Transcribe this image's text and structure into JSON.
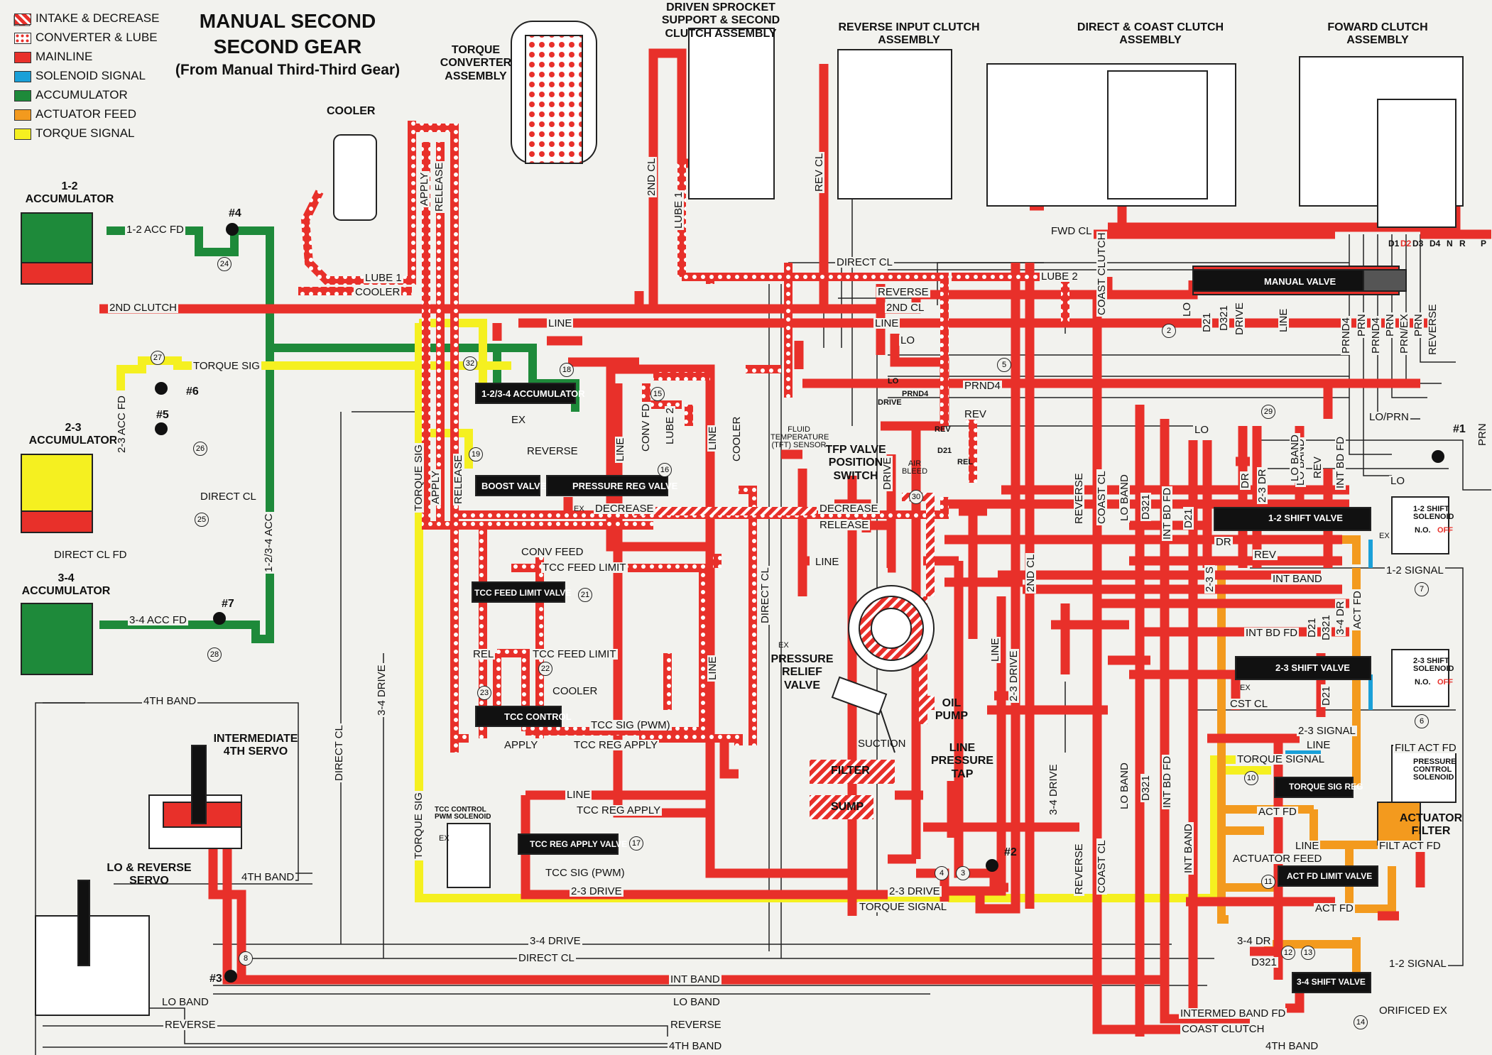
{
  "colors": {
    "intake_decrease": "#e8302a",
    "converter_lube": "#e8302a",
    "mainline": "#e8302a",
    "solenoid_signal": "#1aa0d8",
    "accumulator": "#1e8a3a",
    "actuator_feed": "#f39a1e",
    "torque_signal": "#f5f020",
    "exhaust": "#f2f2ee"
  },
  "legend": [
    {
      "label": "INTAKE & DECREASE",
      "pattern": "hatched",
      "color": "#e8302a"
    },
    {
      "label": "CONVERTER & LUBE",
      "pattern": "dotted",
      "color": "#e8302a"
    },
    {
      "label": "MAINLINE",
      "pattern": "solid",
      "color": "#e8302a"
    },
    {
      "label": "SOLENOID SIGNAL",
      "pattern": "solid",
      "color": "#1aa0d8"
    },
    {
      "label": "ACCUMULATOR",
      "pattern": "solid",
      "color": "#1e8a3a"
    },
    {
      "label": "ACTUATOR FEED",
      "pattern": "solid",
      "color": "#f39a1e"
    },
    {
      "label": "TORQUE SIGNAL",
      "pattern": "solid",
      "color": "#f5f020"
    }
  ],
  "title": {
    "line1": "MANUAL SECOND",
    "line2": "SECOND GEAR",
    "line3": "(From Manual Third-Third Gear)"
  },
  "headers": {
    "torque_converter": "TORQUE CONVERTER ASSEMBLY",
    "driven_sprocket": "DRIVEN SPROCKET SUPPORT & SECOND CLUTCH ASSEMBLY",
    "reverse_input": "REVERSE INPUT CLUTCH ASSEMBLY",
    "direct_coast": "DIRECT & COAST CLUTCH ASSEMBLY",
    "forward_clutch": "FOWARD CLUTCH ASSEMBLY",
    "cooler": "COOLER",
    "acc_12": "1-2 ACCUMULATOR",
    "acc_23": "2-3 ACCUMULATOR",
    "acc_34": "3-4 ACCUMULATOR",
    "intermediate_servo": "INTERMEDIATE 4TH SERVO",
    "lo_reverse_servo": "LO & REVERSE SERVO",
    "tfp_switch": "TFP VALVE POSITION SWITCH",
    "tft_sensor": "FLUID TEMPERATURE (TFT) SENSOR",
    "pressure_relief": "PRESSURE RELIEF VALVE",
    "oil_pump": "OIL PUMP",
    "line_pressure_tap": "LINE PRESSURE TAP",
    "filter": "FILTER",
    "sump": "SUMP",
    "suction": "SUCTION",
    "air_bleed": "AIR BLEED",
    "actuator_filter": "ACTUATOR FILTER",
    "pc_solenoid": "PRESSURE CONTROL SOLENOID",
    "tcc_pwm_solenoid": "TCC CONTROL PWM SOLENOID",
    "ss12": "1-2 SHIFT SOLENOID",
    "ss23": "2-3 SHIFT SOLENOID",
    "no": "N.O.",
    "off": "OFF"
  },
  "valves": {
    "manual": "MANUAL VALVE",
    "acc_1234": "1-2/3-4 ACCUMULATOR",
    "boost": "BOOST VALVE",
    "pressure_reg": "PRESSURE REG VALVE",
    "tcc_feed_limit": "TCC FEED LIMIT VALVE",
    "tcc_control": "TCC CONTROL",
    "tcc_reg_apply": "TCC REG APPLY VALVE",
    "shift_12": "1-2 SHIFT VALVE",
    "shift_23": "2-3 SHIFT VALVE",
    "shift_34": "3-4 SHIFT VALVE",
    "torque_sig_reg": "TORQUE SIG REG",
    "act_fd_limit": "ACT FD LIMIT VALVE"
  },
  "manual_positions": [
    "D1",
    "D2",
    "D3",
    "D4",
    "N",
    "R",
    "P"
  ],
  "check_balls": [
    "#1",
    "#2",
    "#3",
    "#4",
    "#5",
    "#6",
    "#7"
  ],
  "orifices": [
    "2",
    "3",
    "4",
    "5",
    "6",
    "7",
    "8",
    "10",
    "11",
    "12",
    "13",
    "14",
    "15",
    "16",
    "17",
    "18",
    "19",
    "21",
    "22",
    "23",
    "24",
    "25",
    "26",
    "27",
    "28",
    "29",
    "30",
    "32"
  ],
  "tft_marks": {
    "lo": "LO",
    "prnd4": "PRND4",
    "drive": "DRIVE",
    "rev": "REV",
    "rel": "REL",
    "d21": "D21"
  },
  "passages": {
    "acc_12_fd": "1-2 ACC FD",
    "second_clutch": "2ND CLUTCH",
    "torque_sig": "TORQUE SIG",
    "acc_23_fd": "2-3 ACC FD",
    "direct_cl_fd": "DIRECT CL FD",
    "direct_cl": "DIRECT CL",
    "acc_34_fd": "3-4 ACC FD",
    "acc_1234": "1-2/3-4 ACC",
    "fourth_band": "4TH BAND",
    "third_fourth_drive": "3-4 DRIVE",
    "lube_1": "LUBE 1",
    "cooler": "COOLER",
    "apply": "APPLY",
    "release": "RELEASE",
    "line": "LINE",
    "second_cl": "2ND CL",
    "lube_2": "LUBE 2",
    "rev_cl": "REV CL",
    "direct_cl_top": "DIRECT CL",
    "reverse": "REVERSE",
    "lo": "LO",
    "coast_clutch": "COAST CLUTCH",
    "fwd_cl": "FWD CL",
    "ex": "EX",
    "decrease": "DECREASE",
    "conv_fd": "CONV FD",
    "conv_feed": "CONV FEED",
    "tcc_feed_limit": "TCC FEED LIMIT",
    "rel": "REL",
    "tcc_sig_pwm": "TCC SIG (PWM)",
    "tcc_reg_apply": "TCC REG APPLY",
    "drive_23": "2-3 DRIVE",
    "torque_signal": "TORQUE SIGNAL",
    "int_band": "INT BAND",
    "lo_band": "LO BAND",
    "signal_12": "1-2 SIGNAL",
    "signal_23": "2-3 SIGNAL",
    "int_bd_fd": "INT BD FD",
    "d21": "D21",
    "d321": "D321",
    "dr": "DR",
    "dr_23": "2-3 DR",
    "dr_34": "3-4 DR",
    "act_fd": "ACT FD",
    "filt_act_fd": "FILT ACT FD",
    "actuator_feed": "ACTUATOR FEED",
    "intermed_band_fd": "INTERMED BAND FD",
    "coast_cl": "COAST CL",
    "cst_cl": "CST CL",
    "orificed_ex": "ORIFICED EX",
    "lo_prn": "LO/PRN",
    "prn": "PRN",
    "prnd4": "PRND4",
    "prn_ex": "PRN/EX",
    "drive": "DRIVE",
    "rev": "REV",
    "s23": "2-3 S",
    "lube_2_vert": "LUBE 2",
    "second_cl_vert": "2ND CL",
    "lube_1_vert": "LUBE 1"
  }
}
